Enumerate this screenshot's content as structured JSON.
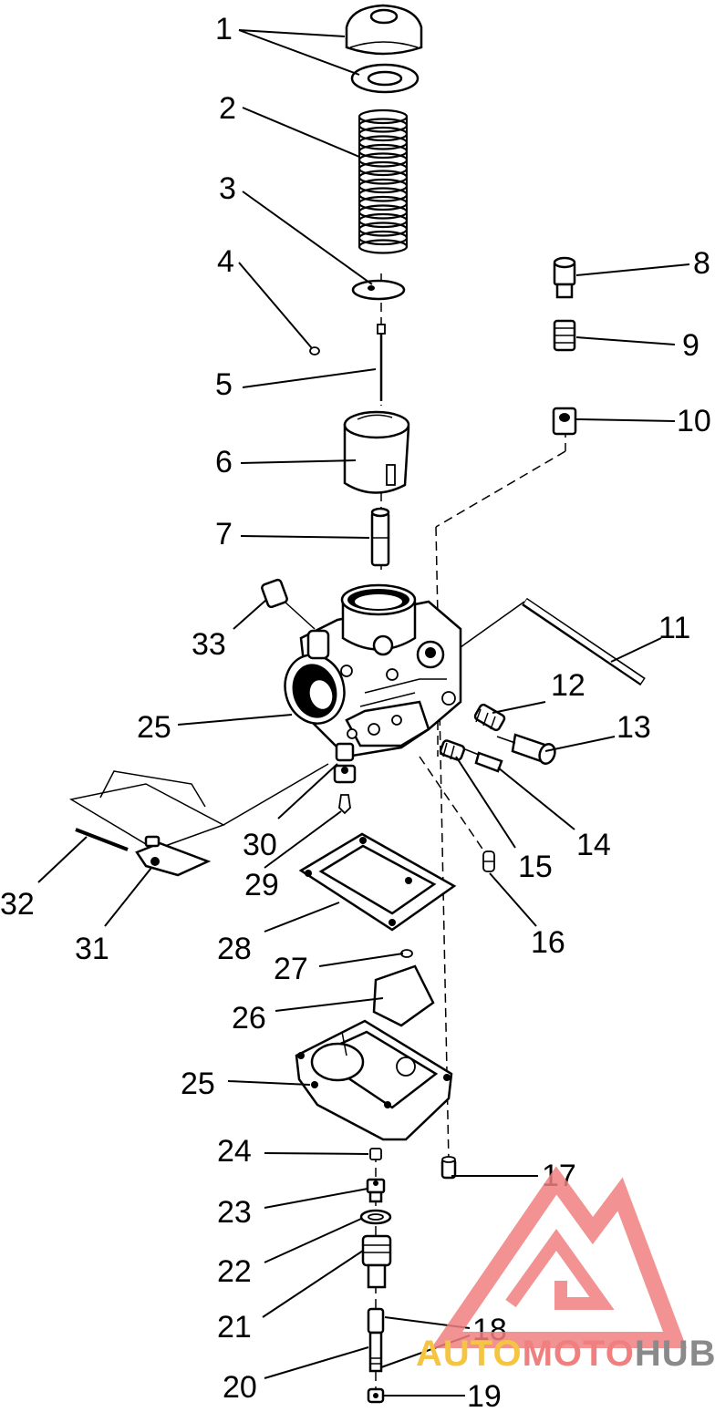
{
  "diagram": {
    "callouts": [
      {
        "id": "c1",
        "text": "1"
      },
      {
        "id": "c2",
        "text": "2"
      },
      {
        "id": "c3",
        "text": "3"
      },
      {
        "id": "c4",
        "text": "4"
      },
      {
        "id": "c5",
        "text": "5"
      },
      {
        "id": "c6",
        "text": "6"
      },
      {
        "id": "c7",
        "text": "7"
      },
      {
        "id": "c8",
        "text": "8"
      },
      {
        "id": "c9",
        "text": "9"
      },
      {
        "id": "c10",
        "text": "10"
      },
      {
        "id": "c11",
        "text": "11"
      },
      {
        "id": "c12",
        "text": "12"
      },
      {
        "id": "c13",
        "text": "13"
      },
      {
        "id": "c14",
        "text": "14"
      },
      {
        "id": "c15",
        "text": "15"
      },
      {
        "id": "c16",
        "text": "16"
      },
      {
        "id": "c17",
        "text": "17"
      },
      {
        "id": "c18",
        "text": "18"
      },
      {
        "id": "c19",
        "text": "19"
      },
      {
        "id": "c20",
        "text": "20"
      },
      {
        "id": "c21",
        "text": "21"
      },
      {
        "id": "c22",
        "text": "22"
      },
      {
        "id": "c23",
        "text": "23"
      },
      {
        "id": "c24",
        "text": "24"
      },
      {
        "id": "c25a",
        "text": "25"
      },
      {
        "id": "c25b",
        "text": "25"
      },
      {
        "id": "c26",
        "text": "26"
      },
      {
        "id": "c27",
        "text": "27"
      },
      {
        "id": "c28",
        "text": "28"
      },
      {
        "id": "c29",
        "text": "29"
      },
      {
        "id": "c30",
        "text": "30"
      },
      {
        "id": "c31",
        "text": "31"
      },
      {
        "id": "c32",
        "text": "32"
      },
      {
        "id": "c33",
        "text": "33"
      }
    ]
  },
  "watermark": {
    "part1": "AUTO",
    "part2": "MOTO",
    "part3": "HUB",
    "color_logo": "#f08080",
    "color_auto": "#f5c542",
    "color_moto": "#f08080",
    "color_hub": "#8a8a8a"
  }
}
